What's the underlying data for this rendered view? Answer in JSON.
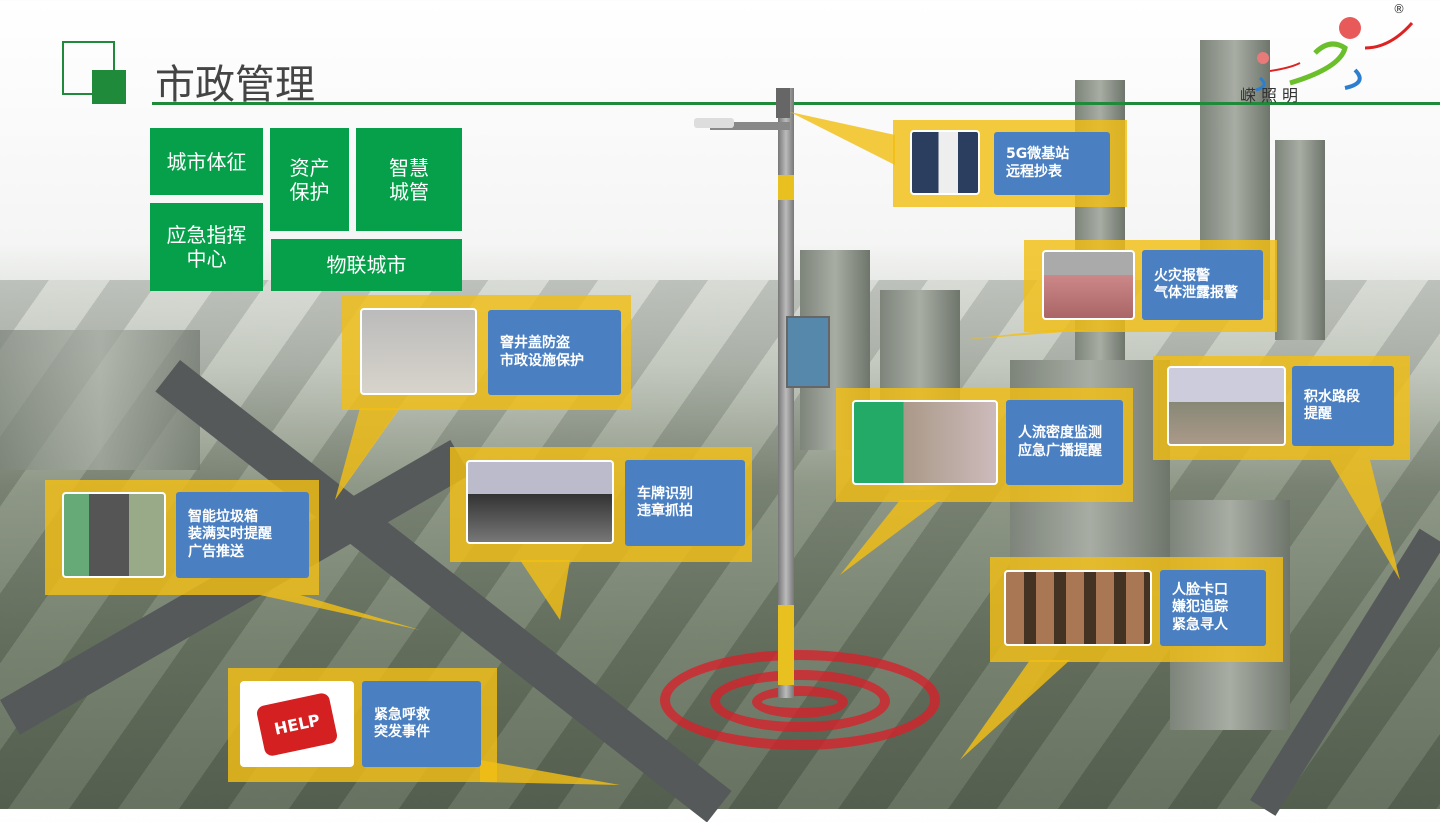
{
  "header": {
    "title": "市政管理",
    "brand_text": "嵘照明",
    "registered": "®"
  },
  "tiles": [
    "城市体征",
    "资产保护",
    "智慧城管",
    "应急指挥中心",
    "物联城市"
  ],
  "callouts": {
    "base_station": [
      "5G微基站",
      "远程抄表"
    ],
    "fire": [
      "火灾报警",
      "气体泄露报警"
    ],
    "manhole": [
      "窨井盖防盗",
      "市政设施保护"
    ],
    "crowd": [
      "人流密度监测",
      "应急广播提醒"
    ],
    "water": [
      "积水路段",
      "提醒"
    ],
    "trash": [
      "智能垃圾箱",
      "装满实时提醒",
      "广告推送"
    ],
    "plate": [
      "车牌识别",
      "违章抓拍"
    ],
    "face": [
      "人脸卡口",
      "嫌犯追踪",
      "紧急寻人"
    ],
    "help": [
      "紧急呼救",
      "突发事件"
    ]
  },
  "help_key_label": "HELP",
  "colors": {
    "green": "#06a04a",
    "blue": "#4a7fc1",
    "yellow": "#f2be14"
  }
}
